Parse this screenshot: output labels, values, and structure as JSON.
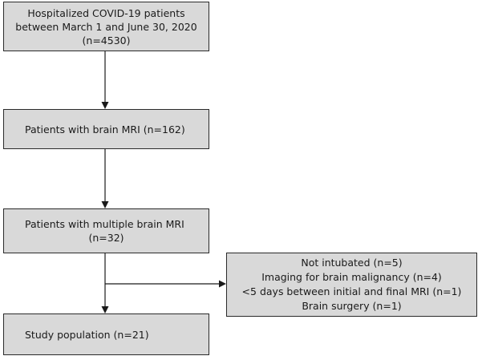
{
  "boxes": {
    "source": {
      "lines": [
        "Hospitalized COVID-19 patients",
        "between March 1 and June 30, 2020",
        "(n=4530)"
      ]
    },
    "brain_mri": {
      "lines": [
        "Patients with brain MRI (n=162)"
      ]
    },
    "multiple_mri": {
      "lines": [
        "Patients with multiple brain MRI",
        "(n=32)"
      ]
    },
    "exclusions": {
      "lines": [
        "Not intubated (n=5)",
        "Imaging for brain malignancy (n=4)",
        "<5 days between initial and final MRI (n=1)",
        "Brain surgery (n=1)"
      ]
    },
    "study_population": {
      "lines": [
        "Study population (n=21)"
      ]
    }
  },
  "colors": {
    "box_fill": "#d9d9d9",
    "box_border": "#2a2a2a",
    "arrow": "#1a1a1a"
  }
}
